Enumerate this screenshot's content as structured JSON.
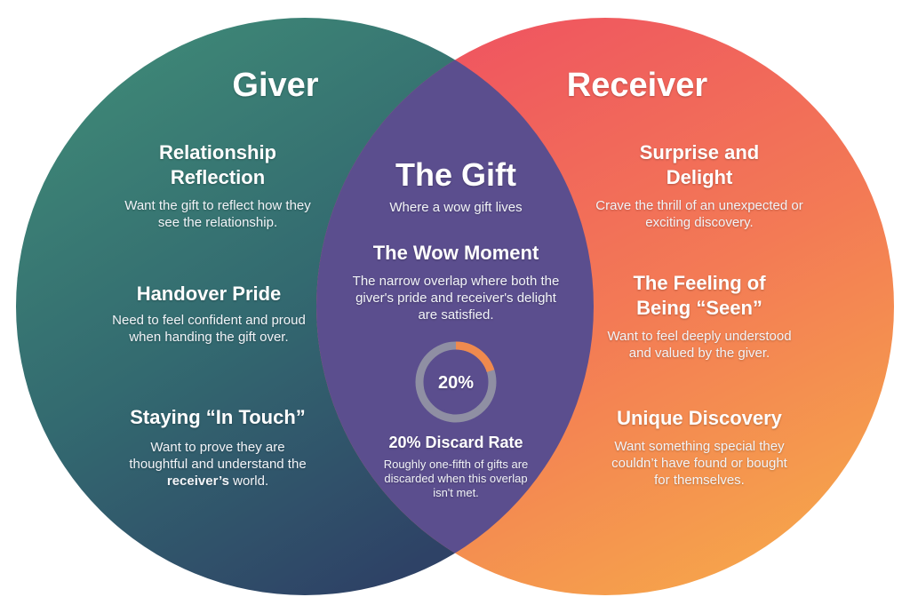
{
  "giver": {
    "title": "Giver",
    "items": [
      {
        "heading": "Relationship Reflection",
        "text": "Want the gift to reflect how they see the relationship."
      },
      {
        "heading": "Handover Pride",
        "text": "Need to feel confident and proud when handing the gift over."
      },
      {
        "heading": "Staying “In Touch”",
        "text_before": "Want to prove they are thoughtful and understand the ",
        "text_bold": "receiver’s",
        "text_after": " world."
      }
    ]
  },
  "receiver": {
    "title": "Receiver",
    "items": [
      {
        "heading": "Surprise and Delight",
        "text": "Crave the thrill of an unexpected or exciting discovery."
      },
      {
        "heading": "The Feeling of Being “Seen”",
        "text": "Want to feel deeply understood and valued by the giver."
      },
      {
        "heading": "Unique Discovery",
        "text": "Want something special they couldn’t have found or bought for themselves."
      }
    ]
  },
  "overlap": {
    "title": "The Gift",
    "subtitle": "Where a wow gift lives",
    "wow_heading": "The Wow Moment",
    "wow_text": "The narrow overlap where both the giver's pride and receiver's delight are satisfied.",
    "ring_label": "20%",
    "ring_fraction": 0.2,
    "discard_heading": "20% Discard Rate",
    "discard_text": "Roughly one-fifth of gifts are discarded when this overlap isn't met."
  },
  "colors": {
    "giver_top": "#3f8a77",
    "giver_bottom": "#2f4a68",
    "receiver_top": "#ee5a5d",
    "receiver_bottom": "#f5a04a",
    "overlap": "#5b4e8e"
  }
}
